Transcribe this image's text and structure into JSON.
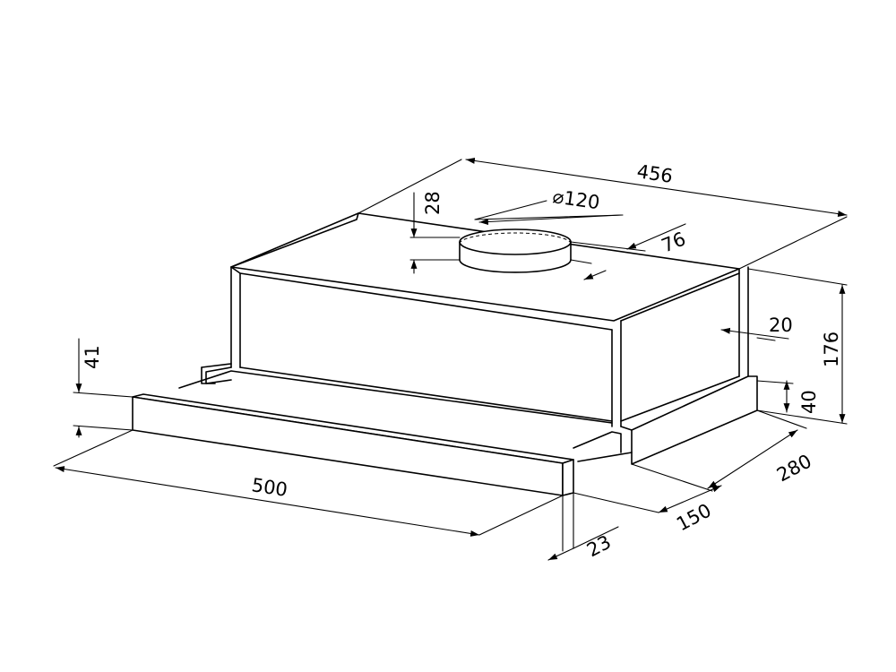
{
  "diagram": {
    "dimensions": {
      "width": "456",
      "duct_diameter": "120",
      "duct_height": "28",
      "duct_offset": "76",
      "height": "176",
      "lip": "20",
      "base_height": "40",
      "depth": "280",
      "extension": "150",
      "front_thickness": "23",
      "front_width": "500",
      "front_height": "41"
    },
    "diameter_symbol": "⌀"
  }
}
